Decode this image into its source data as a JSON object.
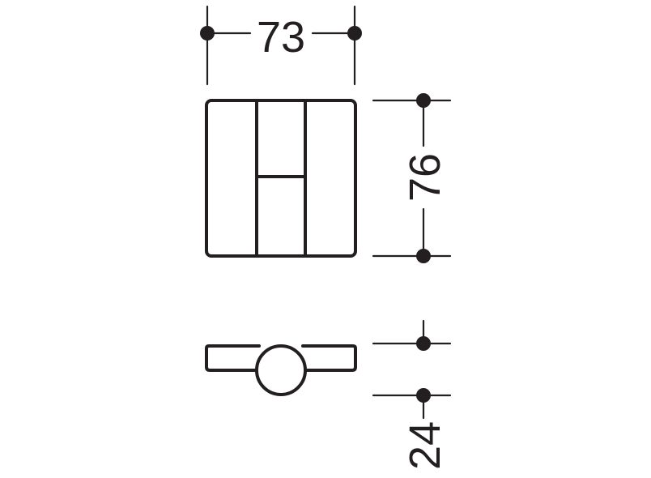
{
  "drawing": {
    "colors": {
      "stroke": "#231f20",
      "background": "#ffffff"
    },
    "top_view": {
      "width_dimension": "73",
      "height_dimension": "76"
    },
    "side_view": {
      "depth_dimension": "24"
    }
  }
}
